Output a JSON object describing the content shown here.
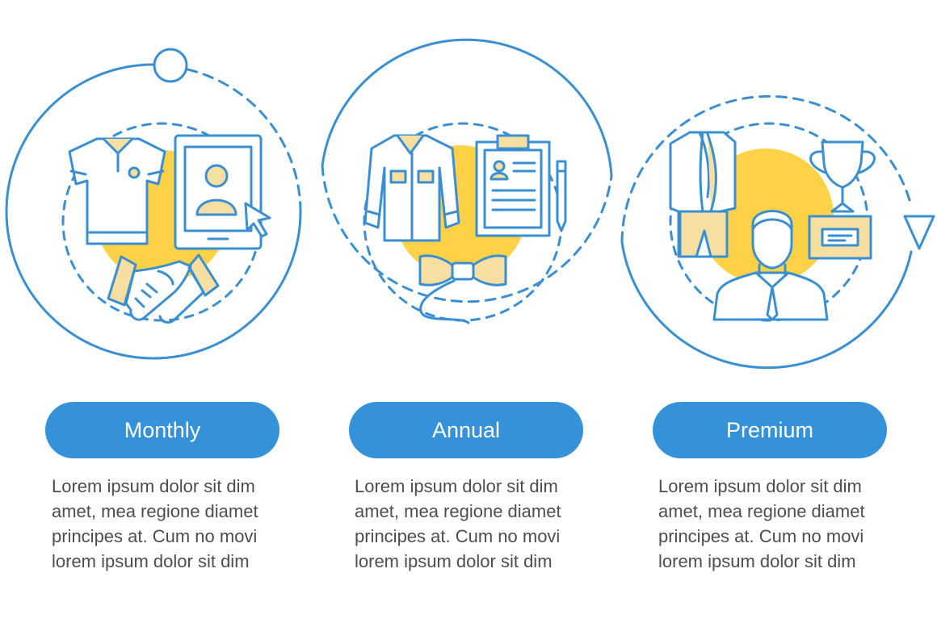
{
  "colors": {
    "accent_blue": "#3592d8",
    "line_blue": "#3a8fd2",
    "yellow": "#fdd247",
    "pale_yellow": "#f6dfa0",
    "text_gray": "#4d4d4d"
  },
  "plans": [
    {
      "label": "Monthly",
      "icons": [
        "polo-shirt-icon",
        "tablet-profile-icon",
        "cursor-icon",
        "handshake-icon"
      ],
      "lines": [
        "Lorem ipsum dolor sit dim",
        "amet, mea regione diamet",
        "principes at. Cum no movi",
        "lorem ipsum dolor sit dim"
      ]
    },
    {
      "label": "Annual",
      "icons": [
        "shirt-icon",
        "clipboard-resume-icon",
        "pen-icon",
        "bow-tie-icon"
      ],
      "lines": [
        "Lorem ipsum dolor sit dim",
        "amet, mea regione diamet",
        "principes at. Cum no movi",
        "lorem ipsum dolor sit dim"
      ]
    },
    {
      "label": "Premium",
      "icons": [
        "tuxedo-icon",
        "trophy-icon",
        "businessman-icon"
      ],
      "lines": [
        "Lorem ipsum dolor sit dim",
        "amet, mea regione diamet",
        "principes at. Cum no movi",
        "lorem ipsum dolor sit dim"
      ]
    }
  ]
}
